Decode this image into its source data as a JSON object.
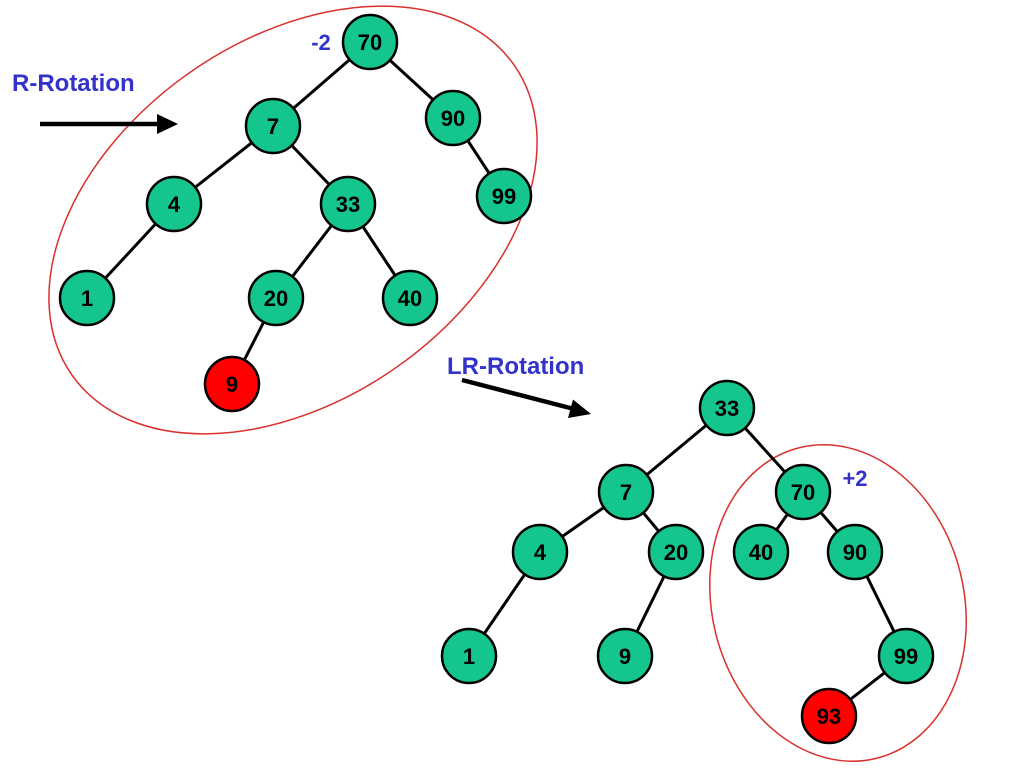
{
  "annotations": {
    "r_rotation": "R-Rotation",
    "lr_rotation": "LR-Rotation",
    "balance_top": "-2",
    "balance_bottom": "+2"
  },
  "colors": {
    "node": "#14C68E",
    "inserted_node": "#FF0000",
    "annotation_text": "#3333CC",
    "subtree_ellipse": "#D9302C",
    "edge": "#000000"
  },
  "tree_before": {
    "nodes": [
      {
        "value": "70",
        "highlighted": false
      },
      {
        "value": "7",
        "highlighted": false
      },
      {
        "value": "90",
        "highlighted": false
      },
      {
        "value": "4",
        "highlighted": false
      },
      {
        "value": "33",
        "highlighted": false
      },
      {
        "value": "99",
        "highlighted": false
      },
      {
        "value": "1",
        "highlighted": false
      },
      {
        "value": "20",
        "highlighted": false
      },
      {
        "value": "40",
        "highlighted": false
      },
      {
        "value": "9",
        "highlighted": true
      }
    ]
  },
  "tree_after": {
    "nodes": [
      {
        "value": "33",
        "highlighted": false
      },
      {
        "value": "7",
        "highlighted": false
      },
      {
        "value": "70",
        "highlighted": false
      },
      {
        "value": "4",
        "highlighted": false
      },
      {
        "value": "20",
        "highlighted": false
      },
      {
        "value": "40",
        "highlighted": false
      },
      {
        "value": "90",
        "highlighted": false
      },
      {
        "value": "1",
        "highlighted": false
      },
      {
        "value": "9",
        "highlighted": false
      },
      {
        "value": "99",
        "highlighted": false
      },
      {
        "value": "93",
        "highlighted": true
      }
    ]
  }
}
